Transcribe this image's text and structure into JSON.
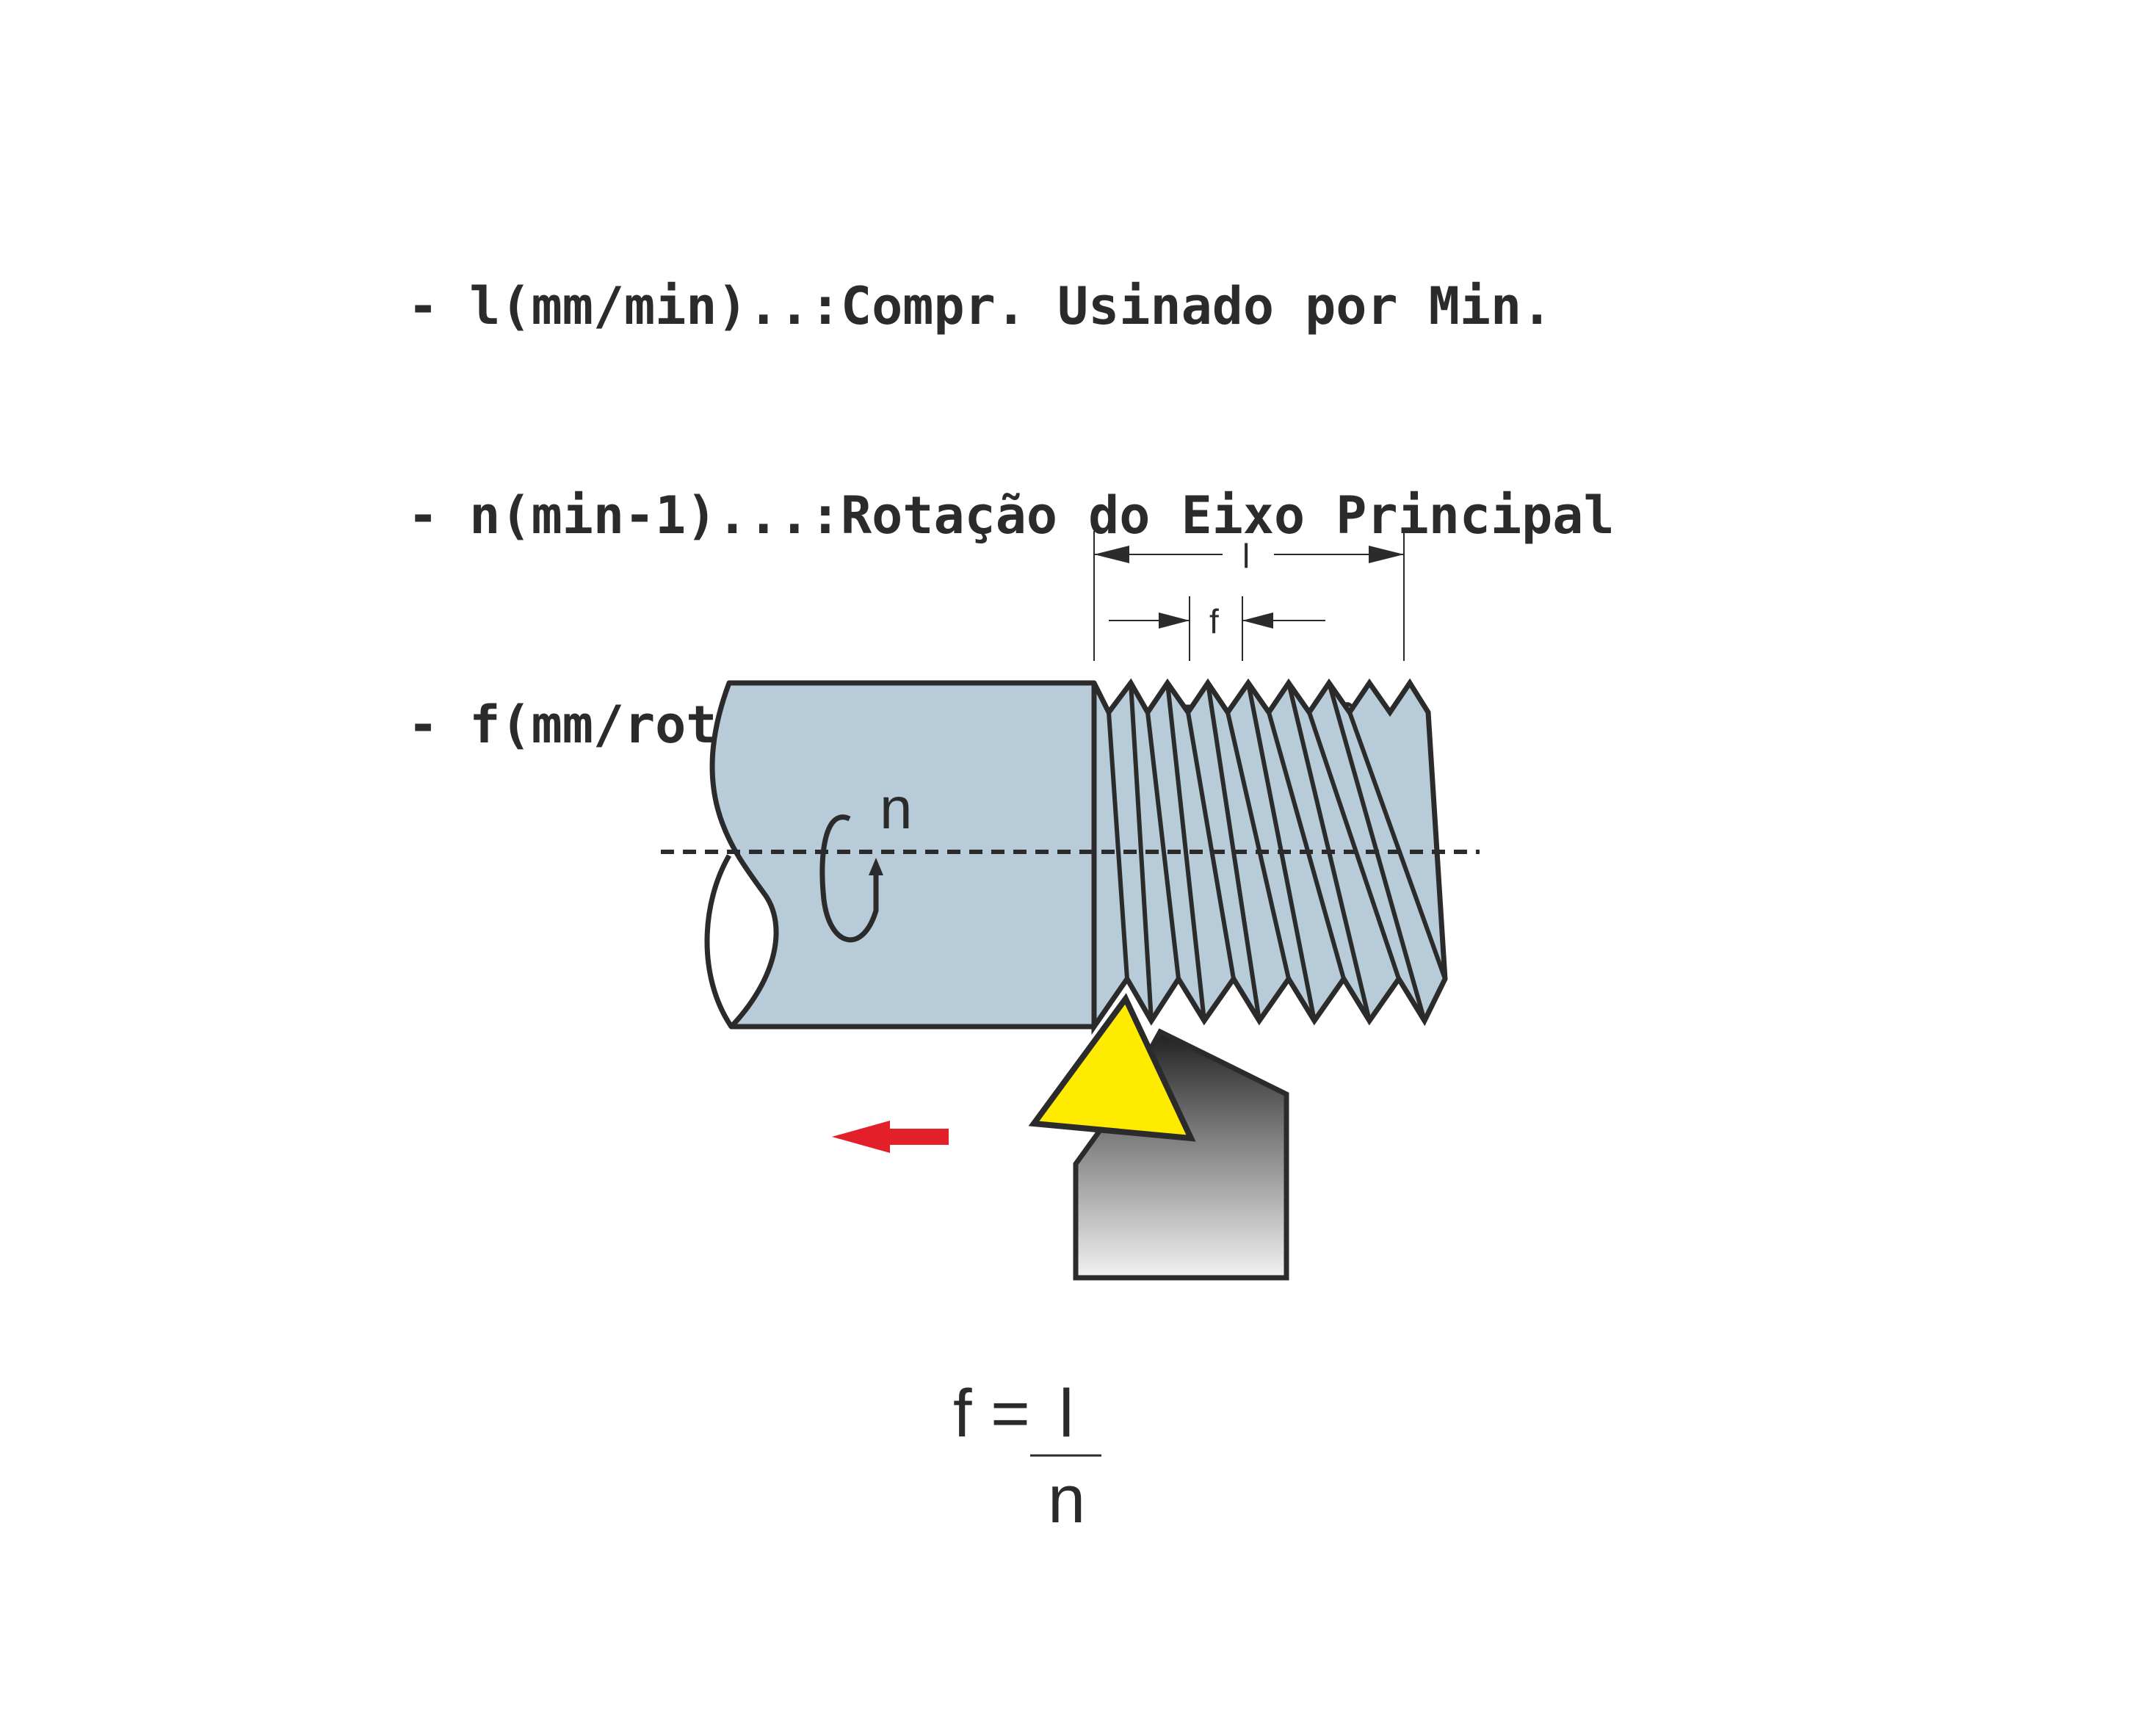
{
  "legend": {
    "lines": [
      "- l(mm/min)..:Compr. Usinado por Min.",
      "- n(min-1)...:Rotação do Eixo Principal",
      "- f(mm/rot)..:Avanço por Rotação"
    ]
  },
  "diagram": {
    "dimension_l_label": "l",
    "dimension_f_label": "f",
    "rotation_label": "n",
    "colors": {
      "workpiece": "#b8cbd8",
      "outline": "#2b2b2b",
      "insert": "#ffeb00",
      "feed_arrow": "#e3202a",
      "holder_dark": "#1f1f1f",
      "holder_light": "#f2f2f2"
    }
  },
  "formula": {
    "lhs": "f =",
    "numerator": "l",
    "denominator": "n"
  }
}
